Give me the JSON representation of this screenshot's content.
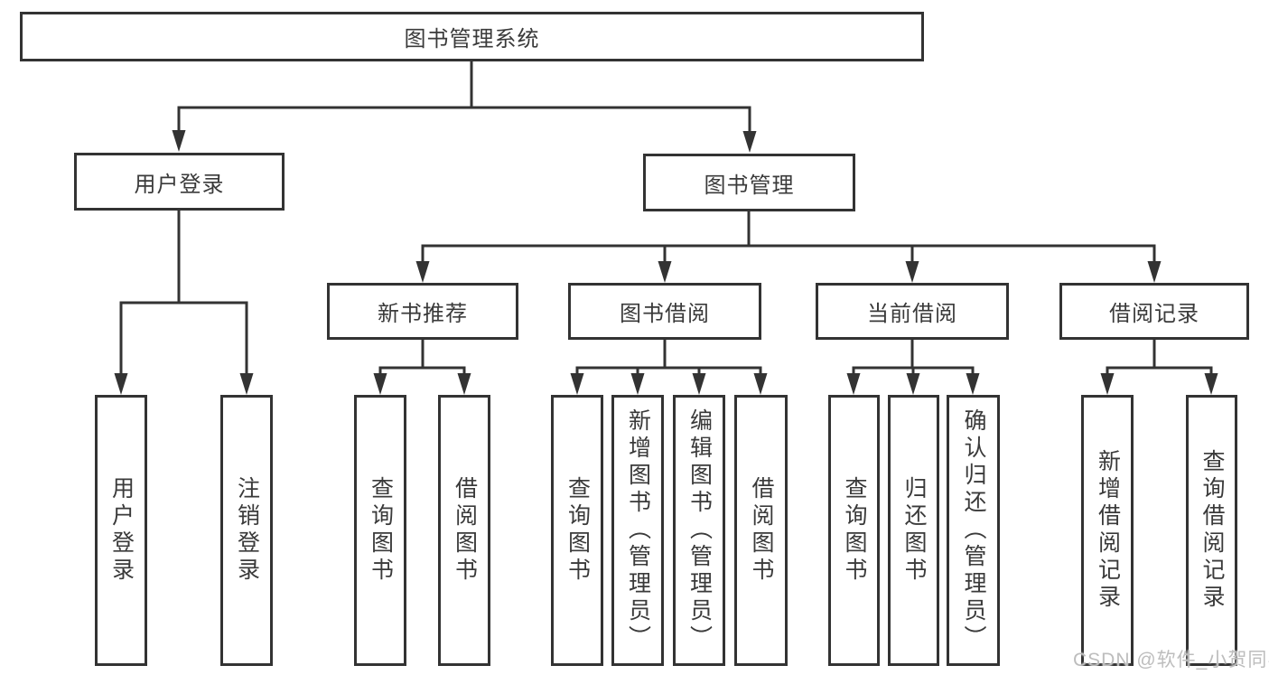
{
  "diagram_title": "图书管理系统",
  "nodes": {
    "root": {
      "label": "图书管理系统"
    },
    "level2": [
      {
        "label": "用户登录"
      },
      {
        "label": "图书管理"
      }
    ],
    "level3": [
      {
        "label": "新书推荐"
      },
      {
        "label": "图书借阅"
      },
      {
        "label": "当前借阅"
      },
      {
        "label": "借阅记录"
      }
    ],
    "leaves": [
      {
        "label": "用户登录"
      },
      {
        "label": "注销登录"
      },
      {
        "label": "查询图书"
      },
      {
        "label": "借阅图书"
      },
      {
        "label": "查询图书"
      },
      {
        "label": "新增图书（管理员）"
      },
      {
        "label": "编辑图书（管理员）"
      },
      {
        "label": "借阅图书"
      },
      {
        "label": "查询图书"
      },
      {
        "label": "归还图书"
      },
      {
        "label": "确认归还（管理员）"
      },
      {
        "label": "新增借阅记录"
      },
      {
        "label": "查询借阅记录"
      }
    ]
  },
  "watermark": {
    "text": "CSDN @软件_小贺同学"
  },
  "colors": {
    "line": "#333333",
    "text": "#3a3a3a",
    "box_fill": "#ffffff",
    "watermark": "#bdbdbd",
    "background": "#ffffff"
  }
}
